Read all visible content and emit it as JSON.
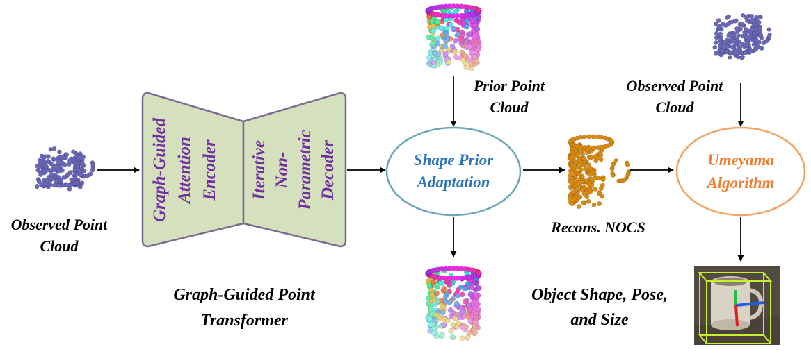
{
  "input": {
    "label_line1": "Observed Point",
    "label_line2": "Cloud"
  },
  "encoder": {
    "line1": "Graph-Guided",
    "line2": "Attention",
    "line3": "Encoder"
  },
  "decoder": {
    "line1": "Iterative",
    "line2": "Non-",
    "line3": "Parametric",
    "line4": "Decoder"
  },
  "transformer": {
    "caption_line1": "Graph-Guided Point",
    "caption_line2": "Transformer"
  },
  "prior": {
    "label_line1": "Prior Point",
    "label_line2": "Cloud"
  },
  "spa": {
    "line1": "Shape Prior",
    "line2": "Adaptation"
  },
  "recons": {
    "label": "Recons. NOCS"
  },
  "observed2": {
    "label_line1": "Observed Point",
    "label_line2": "Cloud"
  },
  "umeyama": {
    "line1": "Umeyama",
    "line2": "Algorithm"
  },
  "output": {
    "label_line1": "Object Shape, Pose,",
    "label_line2": "and Size"
  },
  "colors": {
    "trapezoid_fill": "#d5e0bc",
    "trapezoid_stroke": "#7c6a94",
    "block_text": "#7030a0",
    "spa_text": "#2e75b6",
    "spa_stroke": "#6aa6b8",
    "umeyama_text": "#ed7d31",
    "umeyama_stroke": "#f4a261",
    "observed_cloud": "#6a68b8",
    "recons_cloud": "#d88a12",
    "output_box": "#c6f02a"
  },
  "icons": [
    "observed-point-cloud-icon",
    "prior-point-cloud-icon",
    "deformed-prior-cloud-icon",
    "recons-nocs-cloud-icon",
    "observed-cloud-top-icon",
    "mug-pose-photo-icon"
  ]
}
